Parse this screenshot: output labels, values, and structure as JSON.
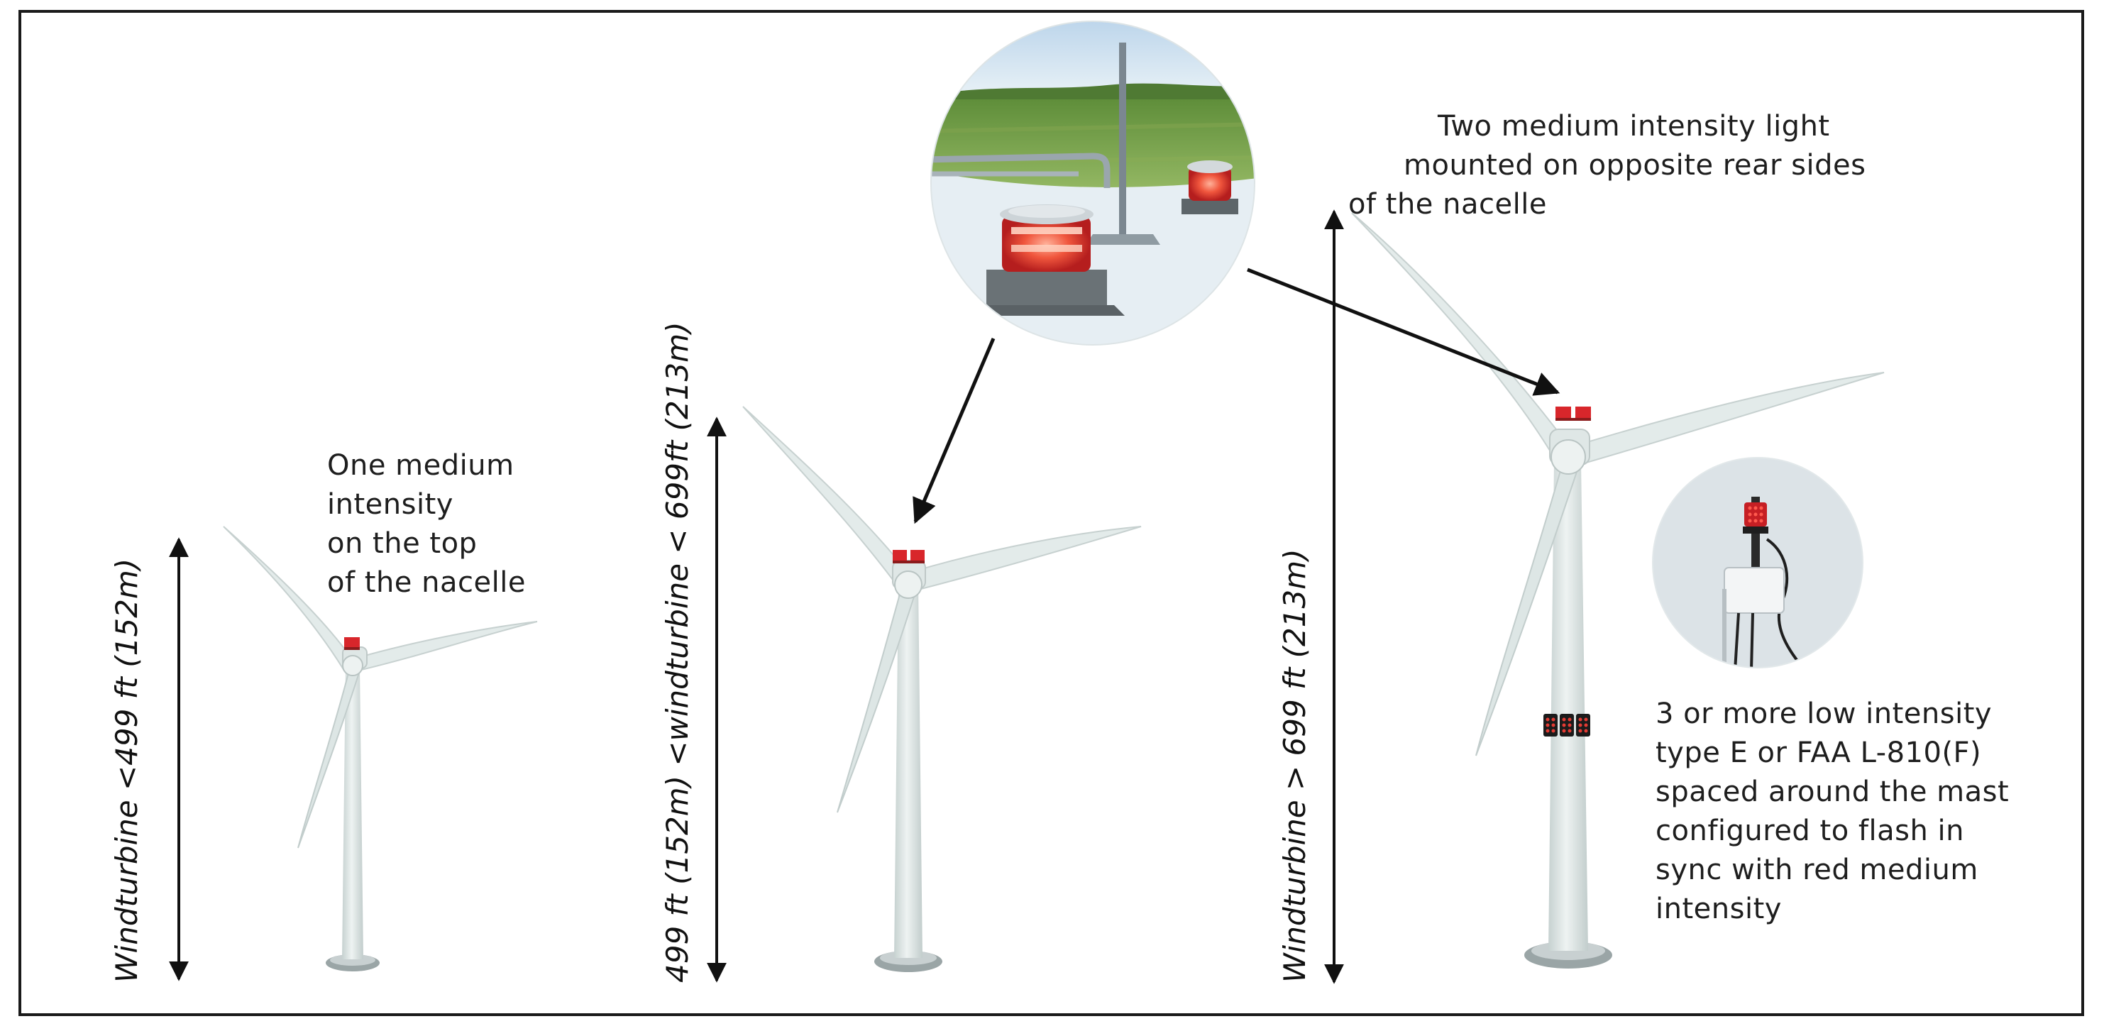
{
  "annotations": {
    "small_turbine": {
      "lines": [
        "One medium",
        "intensity",
        "on the top",
        "of the nacelle"
      ]
    },
    "large_turbine_top": {
      "lines": [
        "Two medium intensity light",
        "mounted on opposite rear sides",
        "of the nacelle"
      ]
    },
    "large_turbine_mast": {
      "lines": [
        "3 or more low intensity",
        "type E or FAA L-810(F)",
        "spaced around the mast",
        "configured to flash in",
        "sync with red medium",
        "intensity"
      ]
    }
  },
  "height_labels": {
    "small": "Windturbine <499 ft (152m)",
    "medium": "499 ft (152m) <windturbine < 699ft (213m)",
    "large": "Windturbine > 699 ft (213m)"
  },
  "colors": {
    "border": "#1a1a1a",
    "turbine": "#e4eceb",
    "turbine_shade": "#c9d4d3",
    "light_red": "#d8262b",
    "arrow": "#111111"
  }
}
